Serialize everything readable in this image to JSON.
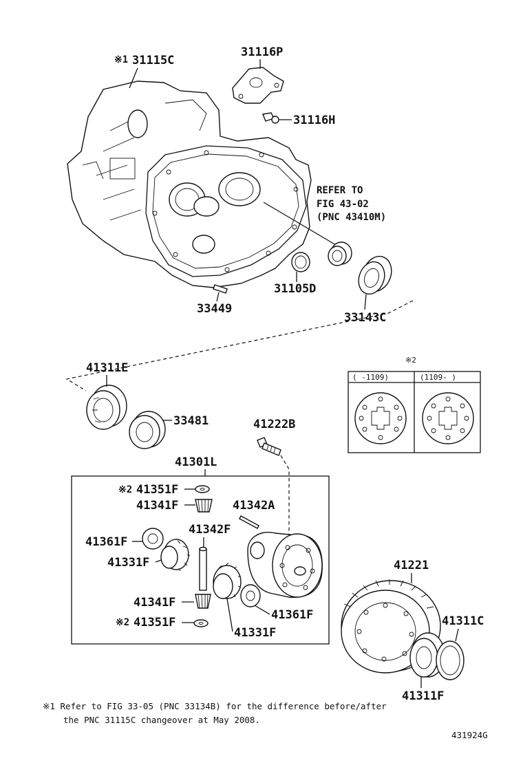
{
  "labels": {
    "p31115C": "31115C",
    "mark1": "※1",
    "p31116P": "31116P",
    "p31116H": "31116H",
    "refer1": "REFER TO",
    "refer2": "FIG 43-02",
    "refer3": "(PNC 43410M)",
    "p31105D": "31105D",
    "p33449": "33449",
    "p33143C": "33143C",
    "p41311E": "41311E",
    "p33481": "33481",
    "p41222B": "41222B",
    "p41301L": "41301L",
    "mark2a": "※2",
    "p41351F_a": "41351F",
    "p41341F_a": "41341F",
    "p41342A": "41342A",
    "p41361F_a": "41361F",
    "p41342F": "41342F",
    "p41331F_a": "41331F",
    "p41341F_b": "41341F",
    "mark2b": "※2",
    "p41351F_b": "41351F",
    "p41361F_b": "41361F",
    "p41331F_b": "41331F",
    "p41221": "41221",
    "p41311C": "41311C",
    "p41311F": "41311F"
  },
  "inset": {
    "mark": "※2",
    "col1": "(    -1109)",
    "col2": "(1109-    )"
  },
  "footnote": {
    "line1": "※1 Refer to FIG 33-05 (PNC 33134B) for the difference before/after",
    "line2": "the PNC 31115C changeover at May 2008."
  },
  "figure_id": "431924G"
}
